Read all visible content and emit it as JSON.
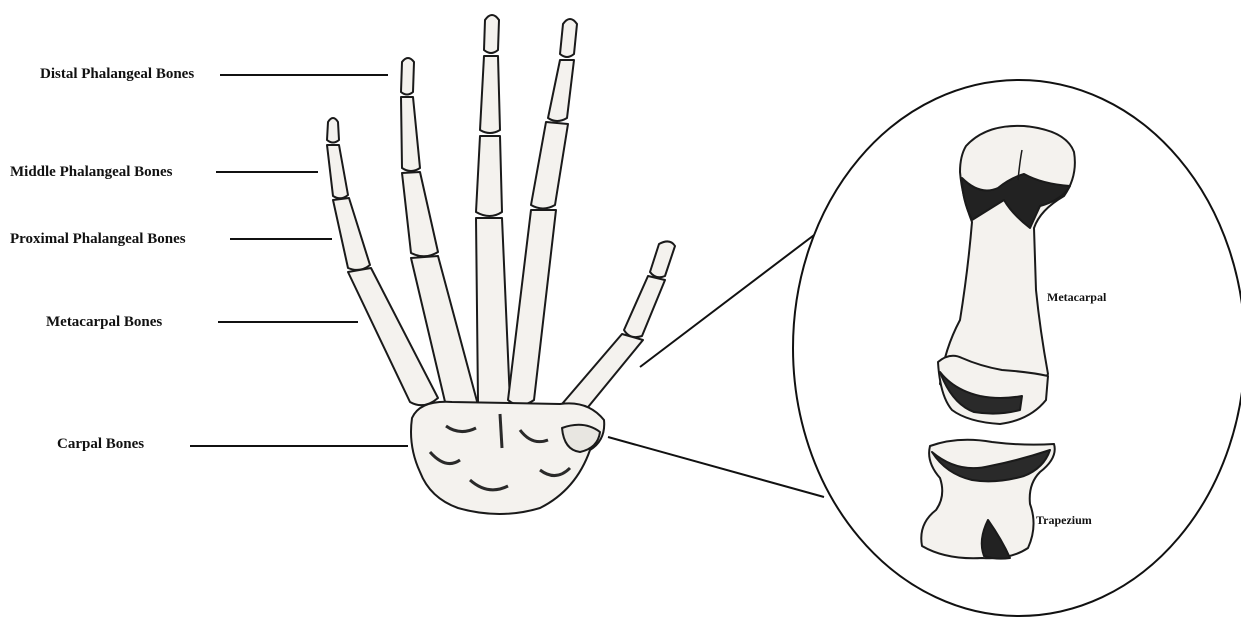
{
  "labels": {
    "distal": "Distal Phalangeal Bones",
    "middle": "Middle Phalangeal Bones",
    "proximal": "Proximal Phalangeal Bones",
    "metacarpal": "Metacarpal Bones",
    "carpal": "Carpal Bones"
  },
  "detail": {
    "metacarpal": "Metacarpal",
    "trapezium": "Trapezium"
  },
  "colors": {
    "ink": "#111111",
    "bone_fill": "#f4f2ee",
    "shade": "#2a2a2a"
  }
}
